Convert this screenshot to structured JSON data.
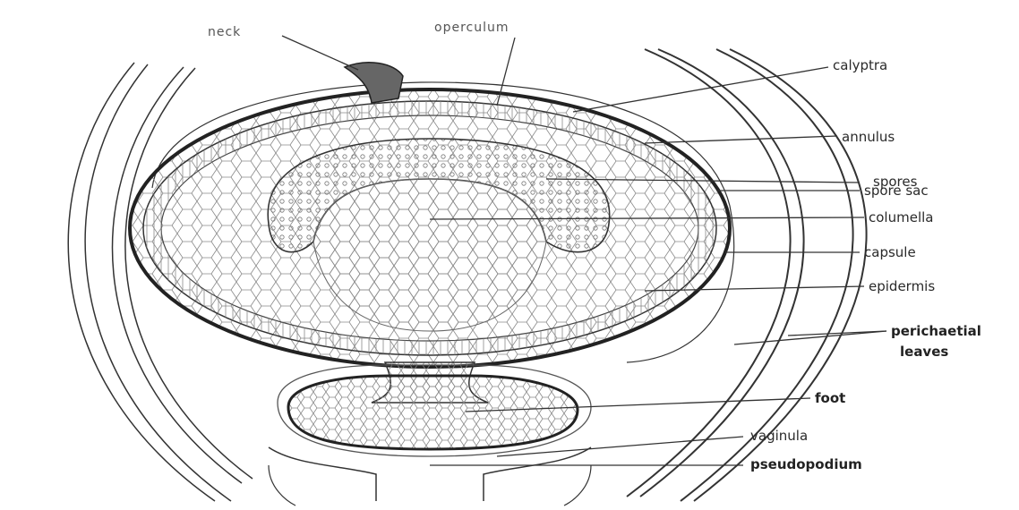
{
  "diagram": {
    "labels": {
      "neck": "neck",
      "operculum": "operculum",
      "calyptra": "calyptra",
      "annulus": "annulus",
      "spores": "spores",
      "spore_sac": "spore sac",
      "columella": "columella",
      "capsule": "capsule",
      "epidermis": "epidermis",
      "perichaetial_1": "perichaetial",
      "perichaetial_2": "leaves",
      "foot": "foot",
      "vaginula": "vaginula",
      "pseudopodium": "pseudopodium"
    },
    "colors": {
      "ink": "#333333",
      "background": "#ffffff"
    }
  }
}
